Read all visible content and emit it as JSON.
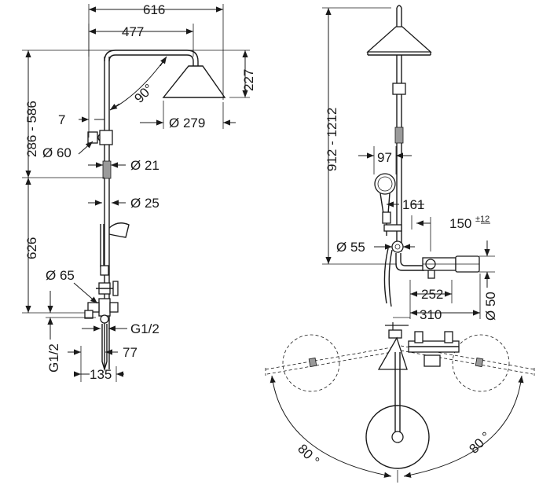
{
  "dimensions": {
    "width_616": "616",
    "reach_477": "477",
    "angle_90": "90°",
    "height_227": "227",
    "height_range_286_586": "286 - 586",
    "offset_7": "7",
    "dia_279": "Ø 279",
    "dia_60": "Ø 60",
    "dia_21": "Ø 21",
    "dia_25": "Ø 25",
    "height_626": "626",
    "dia_65": "Ø 65",
    "thread_g12_right": "G1/2",
    "thread_g12_left": "G1/2",
    "offset_77": "77",
    "width_135": "135",
    "height_range_912_1212": "912 - 1212",
    "dia_97": "97",
    "offset_161": "161",
    "offset_150": "150",
    "tolerance_12": "±12",
    "dia_55": "Ø 55",
    "width_252": "252",
    "dia_50": "Ø 50",
    "width_310": "310",
    "angle_80_left": "80 °",
    "angle_80_right": "80 °"
  },
  "colors": {
    "line": "#1a1a1a",
    "background": "#ffffff",
    "marker": "#9a9a9a"
  }
}
